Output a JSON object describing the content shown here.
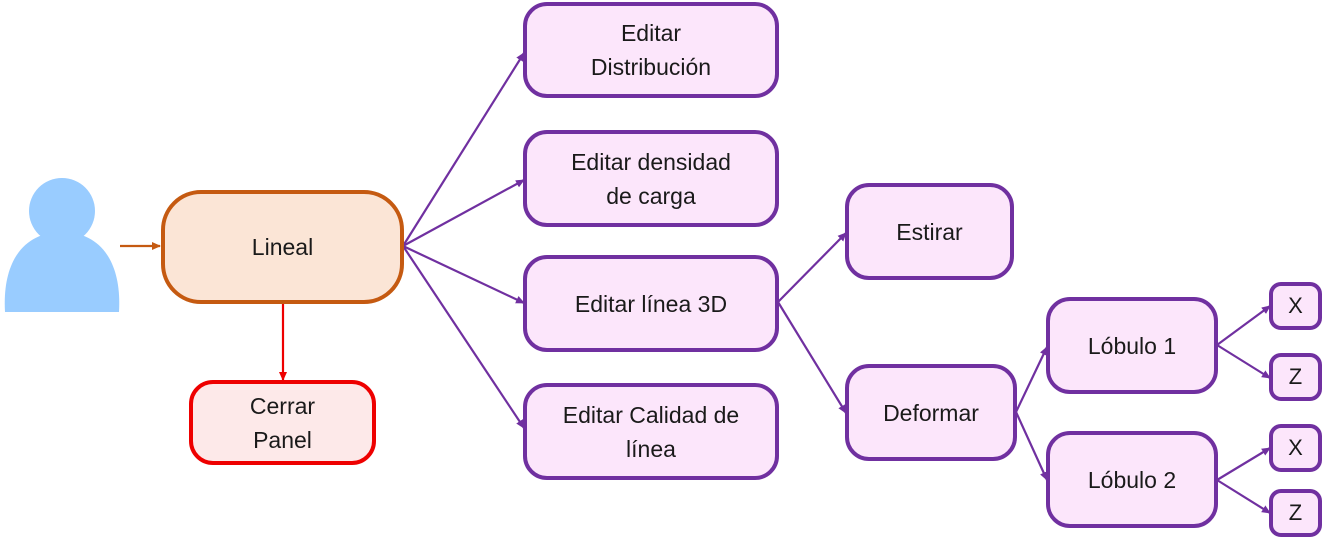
{
  "colors": {
    "purple_stroke": "#7030a0",
    "purple_fill": "#fce6fb",
    "orange_stroke": "#c55a11",
    "orange_fill": "#fbe5d6",
    "red_stroke": "#ee0000",
    "red_fill": "#fde9e9",
    "user_icon": "#99ccff"
  },
  "icons": {
    "user": "user-icon"
  },
  "nodes": {
    "lineal": "Lineal",
    "cerrar_panel": "Cerrar\nPanel",
    "editar_distribucion": "Editar\nDistribución",
    "editar_densidad": "Editar densidad\nde carga",
    "editar_linea_3d": "Editar línea 3D",
    "editar_calidad": "Editar Calidad de\nlínea",
    "estirar": "Estirar",
    "deformar": "Deformar",
    "lobulo_1": "Lóbulo 1",
    "lobulo_2": "Lóbulo 2",
    "lobulo_1_x": "X",
    "lobulo_1_z": "Z",
    "lobulo_2_x": "X",
    "lobulo_2_z": "Z"
  }
}
